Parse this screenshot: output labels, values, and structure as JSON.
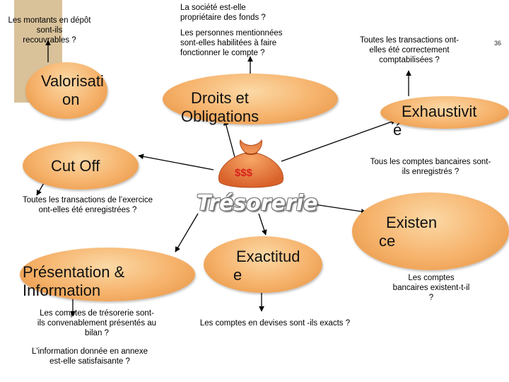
{
  "page_number": "36",
  "center": {
    "money_label": "$$$",
    "title": "Trésorerie"
  },
  "nodes": {
    "valorisation": {
      "label_line1": "Valorisati",
      "label_line2": "on"
    },
    "droits": {
      "label_line1": "Droits et",
      "label_line2": "Obligations"
    },
    "exhaustivite": {
      "label_line1": "Exhaustivit",
      "label_line2": "é"
    },
    "cutoff": {
      "label": "Cut Off"
    },
    "existence": {
      "label_line1": "Existen",
      "label_line2": "ce"
    },
    "presentation": {
      "label_line1": "Présentation &",
      "label_line2": "Information"
    },
    "exactitude": {
      "label_line1": "Exactitud",
      "label_line2": "e"
    }
  },
  "questions": {
    "valorisation": {
      "line1": "Les montants en dépôt sont-ils",
      "line2": "recouvrables ?"
    },
    "droits_1": {
      "line1": "La société est-elle",
      "line2": "propriétaire des fonds ?"
    },
    "droits_2": {
      "line1": "Les personnes mentionnées",
      "line2": "sont-elles habilitées à faire",
      "line3": "fonctionner le compte ?"
    },
    "exhaustivite_1": {
      "line1": "Toutes les transactions ont-",
      "line2": "elles été correctement",
      "line3": "comptabilisées ?"
    },
    "exhaustivite_2": {
      "line1": "Tous les comptes bancaires sont-",
      "line2": "ils enregistrés ?"
    },
    "cutoff": {
      "line1": "Toutes les transactions de l’exercice",
      "line2": "ont-elles été enregistrées ?"
    },
    "existence": {
      "line1": "Les comptes",
      "line2": "bancaires existent-t-il",
      "line3": "?"
    },
    "presentation_1": {
      "line1": "Les comptes de trésorerie sont-",
      "line2": "ils convenablement présentés au",
      "line3": "bilan ?"
    },
    "presentation_2": {
      "line1": "L'information donnée en annexe",
      "line2": "est-elle satisfaisante ?"
    },
    "exactitude": {
      "line1": "Les comptes en devises sont -ils exacts ?"
    }
  }
}
